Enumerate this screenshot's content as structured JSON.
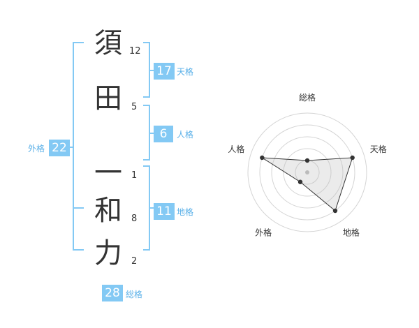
{
  "name": {
    "characters": [
      {
        "char": "須",
        "strokes": "12"
      },
      {
        "char": "田",
        "strokes": "5"
      },
      {
        "char": "一",
        "strokes": "1"
      },
      {
        "char": "和",
        "strokes": "8"
      },
      {
        "char": "力",
        "strokes": "2"
      }
    ]
  },
  "fortune": {
    "tenkaku": {
      "value": "17",
      "label": "天格"
    },
    "jinkaku": {
      "value": "6",
      "label": "人格"
    },
    "chikaku": {
      "value": "11",
      "label": "地格"
    },
    "gaikaku": {
      "value": "22",
      "label": "外格"
    },
    "soukaku": {
      "value": "28",
      "label": "総格"
    }
  },
  "colors": {
    "accent": "#83c9f4",
    "label": "#5ab0e8"
  },
  "chart_data": {
    "type": "radar",
    "axes": [
      "総格",
      "天格",
      "地格",
      "外格",
      "人格"
    ],
    "values": [
      1,
      4,
      4,
      1,
      4
    ],
    "max": 5,
    "rings": 5
  }
}
